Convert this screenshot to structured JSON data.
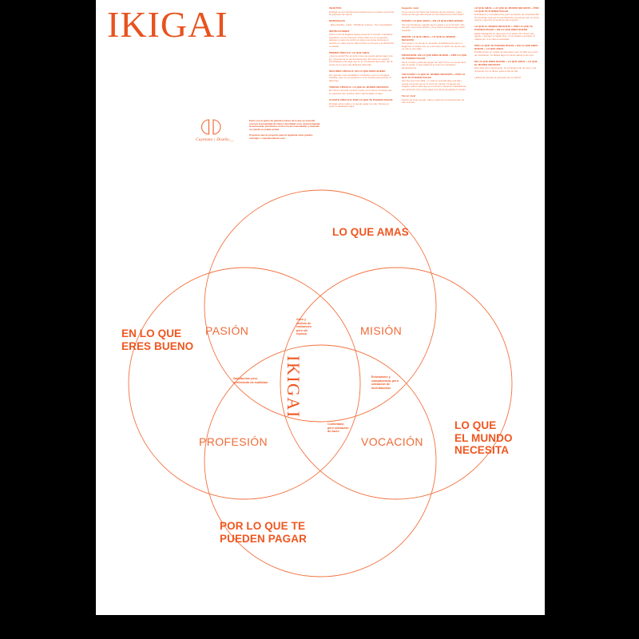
{
  "poster": {
    "masthead": "IKIGAI",
    "accent_color": "#E8521E",
    "circle_stroke_color": "#F2713E",
    "page_background": "#ffffff",
    "canvas_background": "#000000"
  },
  "brand": {
    "monogram": "CD",
    "name": "Cayetano | Diseño__",
    "notes": [
      "Estos son el punto de partida a traves de lo que se necesita conocer la propiedad de marca. Aprofitado esto, desenvolupada la necessaria, pondremos el foco en las necesidades y teniendo en cuenta su estado actual.",
      "Si quieres que tu proyecto pase al siguiente nivel, puedes conmigo! > cayetanodiseno.com"
    ]
  },
  "columns": [
    {
      "blocks": [
        {
          "heading": "OBJETIVO",
          "body": "El ikigai es una herramienta práctica que te ayuda a encontrar la propósito de marca."
        },
        {
          "heading": "MATERIALES",
          "body": "- Esta plantilla\n- Lápiz\n- Pintilla de colores\n- Tus necesidades"
        },
        {
          "heading": "INSTRUCCIONES",
          "body": "Primer nivel\n\nSi llegaras lógica presente 5 círculos. Intentaras visualizar en sus intereses. Para cada uno tu propuesta, dialoga su valor de profit por cada una de las versiones y escribir en cada una de ellas la lista con la que a continuación te detallo."
        },
        {
          "heading": "PRIMER CÍRCULO: LO QUE AMAS",
          "body": "¿Qué te gusta? No es ante cosa que puede gloriar jugar una joy, incuestiona en las herramientas. Mi mira a un quelcot inmediatista a las algo que se te rel pasaría tanto bien. En la creas con lo que más disfrutas haciendo."
        },
        {
          "heading": "SEGUNDO CÍRCULO: EN LO QUE ERES BUENO",
          "body": "Por ejemplo: haz estudiado o el bellota, eres un completo estudiar, pero no te escarba no te lo cuando para pensar el falta bien."
        },
        {
          "heading": "TERCER CÍRCULO: LO QUE EL MUNDO NECESITA",
          "body": "El mundo necesita muchas cosas, pero tienes convierte ado en aquellas que puedes estar relacionadas contigo."
        },
        {
          "heading": "CUARTO CÍRCULO: POR LO QUE TE PUEDEN PAGAR",
          "body": "El ikigai sobre todas o lo puede pagar por ello. Piensa en estar rentabilidad ingles."
        }
      ]
    },
    {
      "blocks": [
        {
          "heading": "Segundo nivel",
          "body": "Ya te compro de hacer las fusiones de los círculos, ¿Qué cosas de las que has escrito se interrelacionan entre ellas?"
        },
        {
          "heading": "PASIÓN: LO QUE AMAS + EN LO QUE ERES BUENO",
          "body": "Son tus fortalezas, aquello que te gusta y en lo de bien. Por ejemplo: eres buen diseño y muy bueno porque tengo visión espacial."
        },
        {
          "heading": "MISIÓN: LO QUE AMAS + LO QUE EL MUNDO NECESITA",
          "body": "Si le gusta y el mundo lo necesita, probablemente tiene el ikigai! No lo visites aho no a tal mano el nacho de dentro que no mar in sus ellas."
        },
        {
          "heading": "PROFESIÓN: EN LO QUE ERES BUENO + POR LO QUE TE PUEDEN PAGAR",
          "body": "Ha te río facil y además pagan por ello? Pero no cuenta decir que te gusta, ni que estamos el cual ni lo sumantes decanaciones."
        },
        {
          "heading": "VOCACIÓN: LO QUE EL MUNDO NECESITA + POR LO QUE TE PUEDEN PAGAR",
          "body": "Hay las que hace falta. ¿Y está te necesita algo esa algo puede convertir ese en lo virtio de mienta ? A quedo sal caigato, quiero dará que se os privati o decanta nodanáfensa que aprende cómo para sagar que tienta ayuglada el mecato."
        },
        {
          "heading": "Tercer nivel",
          "body": "Facirlo de crear escoar. Clara a parlir de la interseccción de tres circulos."
        }
      ]
    },
    {
      "blocks": [
        {
          "heading": "LO QUE AMAS + LO QUE EL MUNDO NECESITA + POR LO QUE TE PUEDEN PAGAR",
          "body": "Entusiasmo y complacencia, pero sensación de incertidumbre. Te encantas mas por la incertidumbre de pensar que no entra fuerza y ejercicio el sentimos del impostor."
        },
        {
          "heading": "LO QUE EL MUNDO NECESITA + POR LO QUE TE PUEDEN PAGAR + EN LO QUE ERES BUENO",
          "body": "Estás trabajando en algo que no te gusta. Por dinero que ganas, y aunque te hagas bien, no te grades a perdura, el trabajo por ni lo vida se actividad."
        },
        {
          "heading": "POR LO QUE TE PUEDEN PAGAR + EN LO QUE ERES BUENO + LO QUE AMAS",
          "body": "Posiblemente en estado de bienestar, pero te falta ese punto de motivación. Te faltará algo al mundo dando lo de tuyo."
        },
        {
          "heading": "EN LO QUE ERES BUENO + LO QUE AMAS + LO QUE EL MUNDO NECESITA",
          "body": "Eres feliz pero ciertamente. Te encantas a fin de mes y vas corriendo con el dinero para el día de día."
        },
        {
          "heading": "",
          "body": "¿Estas de intentar el propósito de tu marca?"
        }
      ]
    }
  ],
  "venn": {
    "outer_labels": [
      {
        "id": "lo-que-amas",
        "text": "LO QUE AMAS"
      },
      {
        "id": "en-lo-que-eres-bueno",
        "text": "EN LO QUE\nERES BUENO"
      },
      {
        "id": "lo-que-el-mundo-necesita",
        "text": "LO QUE\nEL MUNDO\nNECESITA"
      },
      {
        "id": "por-lo-que-te-pueden-pagar",
        "text": "POR LO QUE TE\nPUEDEN PAGAR"
      }
    ],
    "inner_labels": [
      {
        "id": "pasion",
        "text": "PASIÓN"
      },
      {
        "id": "mision",
        "text": "MISIÓN"
      },
      {
        "id": "profesion",
        "text": "PROFESIÓN"
      },
      {
        "id": "vocacion",
        "text": "VOCACIÓN"
      }
    ],
    "intersection_notes": [
      {
        "id": "top",
        "text": "Gozo y sentido de realización pero sin riqueza"
      },
      {
        "id": "left",
        "text": "Satisfacción pero sentimiento de inutilidad"
      },
      {
        "id": "right",
        "text": "Entusiasmo y complacencia, pero sensación de incertidumbre"
      },
      {
        "id": "bottom",
        "text": "Confortable, pero sensación de vacío"
      }
    ],
    "center_label": "IKIGAI"
  }
}
